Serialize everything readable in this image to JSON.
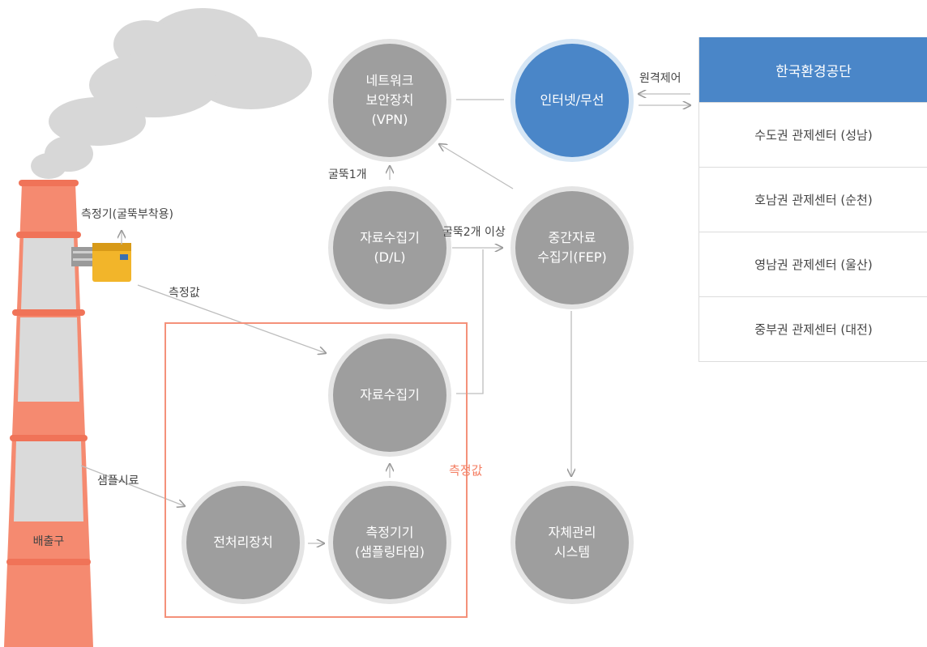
{
  "nodes": {
    "vpn": "네트워크\n보안장치\n(VPN)",
    "internet": "인터넷/무선",
    "dl": "자료수집기\n(D/L)",
    "fep": "중간자료\n수집기(FEP)",
    "collector": "자료수집기",
    "pretreat": "전처리장치",
    "sampling": "측정기기\n(샘플링타임)",
    "selfmgmt": "자체관리\n시스템"
  },
  "labels": {
    "remote": "원격제어",
    "one_stack": "굴뚝1개",
    "two_stacks": "굴뚝2개 이상",
    "stack_meter": "측정기(굴뚝부착용)",
    "measured_value": "측정값",
    "sample": "샘플시료",
    "box_value": "측정값",
    "outlet": "배출구"
  },
  "panel": {
    "header": "한국환경공단",
    "rows": [
      "수도권 관제센터 (성남)",
      "호남권 관제센터 (순천)",
      "영남권 관제센터 (울산)",
      "중부권 관제센터 (대전)"
    ]
  },
  "colors": {
    "node_gray": "#9e9e9e",
    "node_blue": "#4a86c8",
    "chimney": "#f58a70",
    "accent_red": "#f47e62"
  }
}
